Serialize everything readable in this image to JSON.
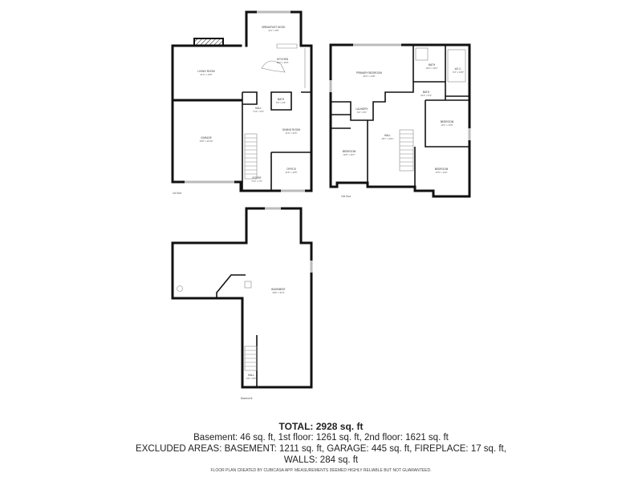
{
  "floors": [
    {
      "label": "1st floor",
      "rooms": [
        {
          "name": "BREAKFAST NOOK",
          "dims": "11'1\" x 8'5\""
        },
        {
          "name": "LIVING ROOM",
          "dims": "21'2\" x 13'5\""
        },
        {
          "name": "KITCHEN",
          "dims": "18'2\" x 13'6\""
        },
        {
          "name": "BATH",
          "dims": "5'6\" x 4'9\""
        },
        {
          "name": "HALL",
          "dims": "7'10\" x 5'0\""
        },
        {
          "name": "GARAGE",
          "dims": "19'6\" x 22'10\""
        },
        {
          "name": "DINING ROOM",
          "dims": "11'6\" x 11'6\""
        },
        {
          "name": "OFFICE",
          "dims": "11'6\" x 10'5\""
        },
        {
          "name": "FOYER",
          "dims": "7'10\" x 7'6\""
        }
      ]
    },
    {
      "label": "2nd floor",
      "rooms": [
        {
          "name": "PRIMARY BEDROOM",
          "dims": "23'4\" x 14'8\""
        },
        {
          "name": "BATH",
          "dims": "10'4\" x 10'1\""
        },
        {
          "name": "W.I.C.",
          "dims": "6'4\" x 13'8\""
        },
        {
          "name": "BATH",
          "dims": "10'0\" x 6'4\""
        },
        {
          "name": "LAUNDRY",
          "dims": "6'2\" x 5'2\""
        },
        {
          "name": "BEDROOM",
          "dims": "12'1\" x 13'5\""
        },
        {
          "name": "HALL",
          "dims": "16'7\" x 20'1\""
        },
        {
          "name": "BEDROOM",
          "dims": "10'5\" x 16'7\""
        },
        {
          "name": "BEDROOM",
          "dims": "17'9\" x 14'2\""
        }
      ]
    },
    {
      "label": "Basement",
      "rooms": [
        {
          "name": "BASEMENT",
          "dims": "29'6\" x 37'0\""
        },
        {
          "name": "HALL",
          "dims": "3'9\" x 5'0\""
        }
      ]
    }
  ],
  "summary": {
    "total": "TOTAL: 2928 sq. ft",
    "line1": "Basement: 46 sq. ft, 1st floor: 1261 sq. ft, 2nd floor: 1621 sq. ft",
    "line2": "EXCLUDED AREAS: BASEMENT: 1211 sq. ft, GARAGE: 445 sq. ft, FIREPLACE: 17 sq. ft,",
    "line3": "WALLS: 284 sq. ft",
    "disclaimer": "FLOOR PLAN CREATED BY CUBICASA APP. MEASUREMENTS DEEMED HIGHLY RELIABLE BUT NOT GUARANTEED."
  }
}
